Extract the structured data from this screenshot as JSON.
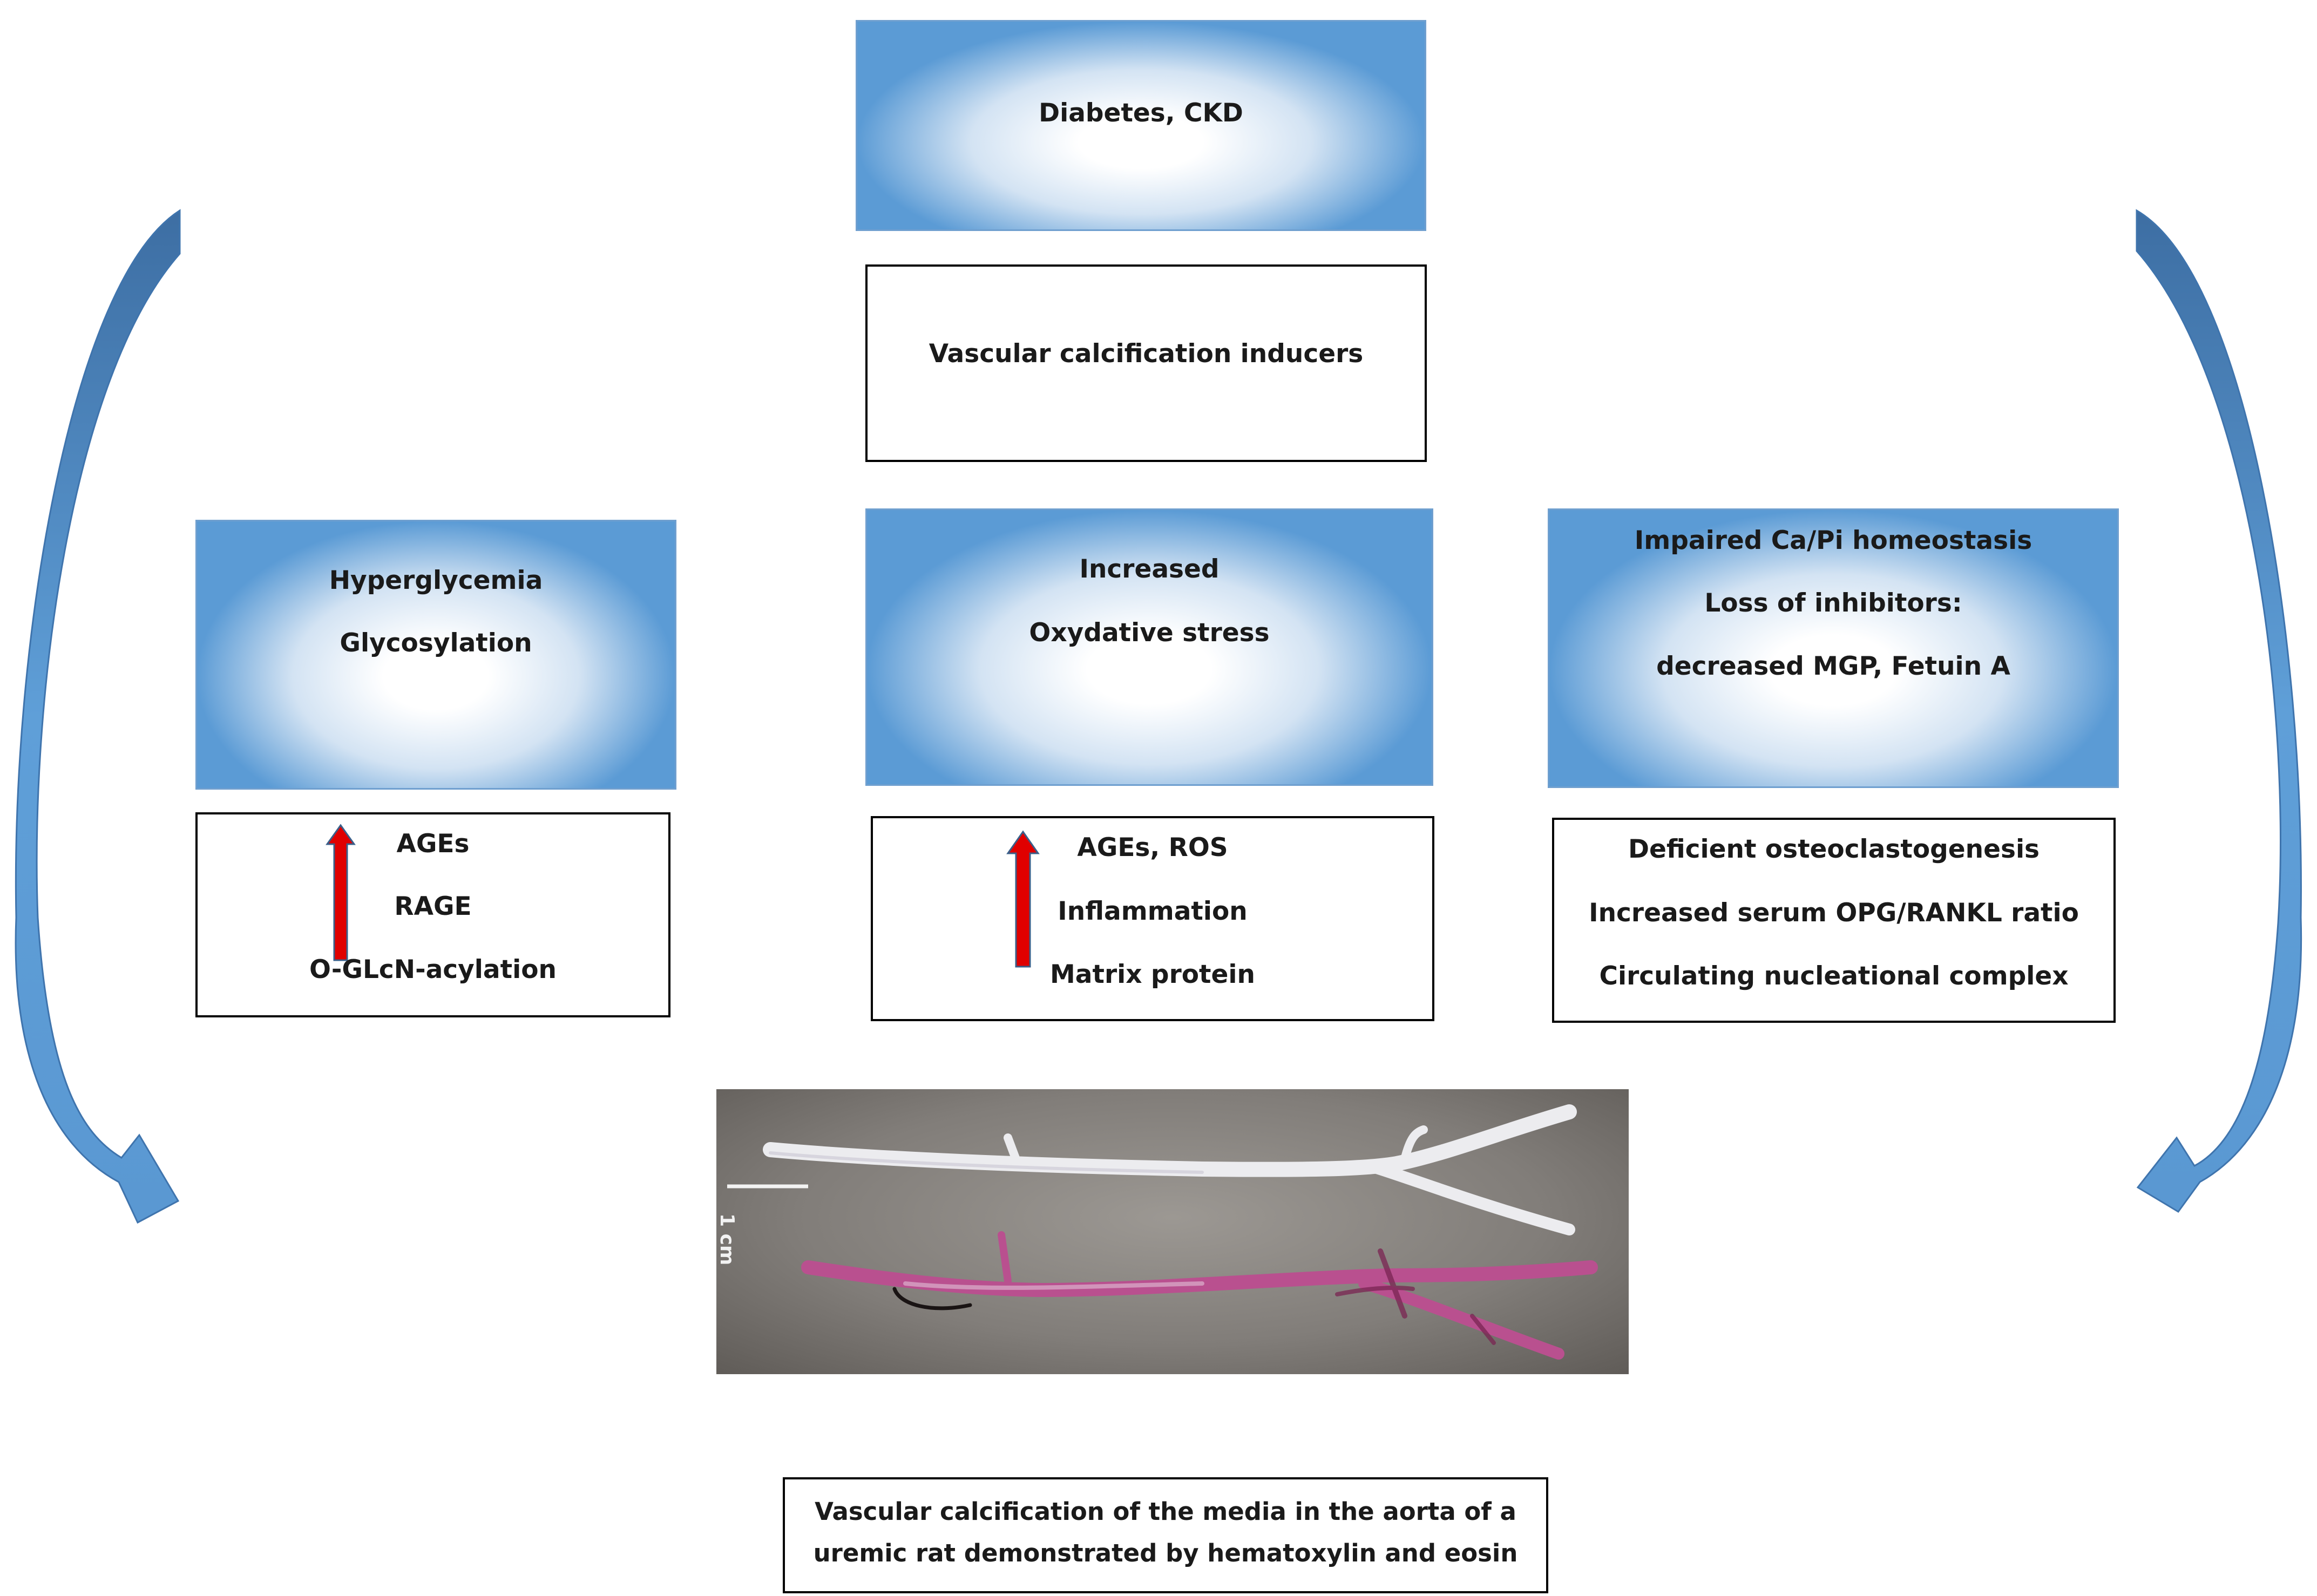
{
  "top_box": {
    "text": "Diabetes, CKD"
  },
  "inducers_box": {
    "text": "Vascular calcification inducers"
  },
  "left_box": {
    "lines": [
      "Hyperglycemia",
      "Glycosylation"
    ]
  },
  "left_effects": {
    "lines": [
      "AGEs",
      "RAGE",
      "O-GLcN-acylation"
    ]
  },
  "center_box": {
    "lines": [
      "Increased",
      "Oxydative stress"
    ]
  },
  "center_effects": {
    "lines": [
      "AGEs, ROS",
      "Inflammation",
      "Matrix protein"
    ]
  },
  "right_box": {
    "lines": [
      "Impaired Ca/Pi homeostasis",
      "Loss of inhibitors:",
      "decreased MGP, Fetuin A"
    ]
  },
  "right_effects": {
    "lines": [
      "Deficient osteoclastogenesis",
      "Increased serum OPG/RANKL ratio",
      "Circulating nucleational complex"
    ]
  },
  "photo": {
    "scale_label": "1 cm"
  },
  "caption": {
    "lines": [
      "Vascular calcification of the media in the aorta of a",
      "uremic rat demonstrated by hematoxylin and eosin"
    ]
  },
  "colors": {
    "arrow_blue": "#4a87c5",
    "up_arrow_red": "#e00000",
    "box_gradient_edge": "#5b9bd5"
  }
}
